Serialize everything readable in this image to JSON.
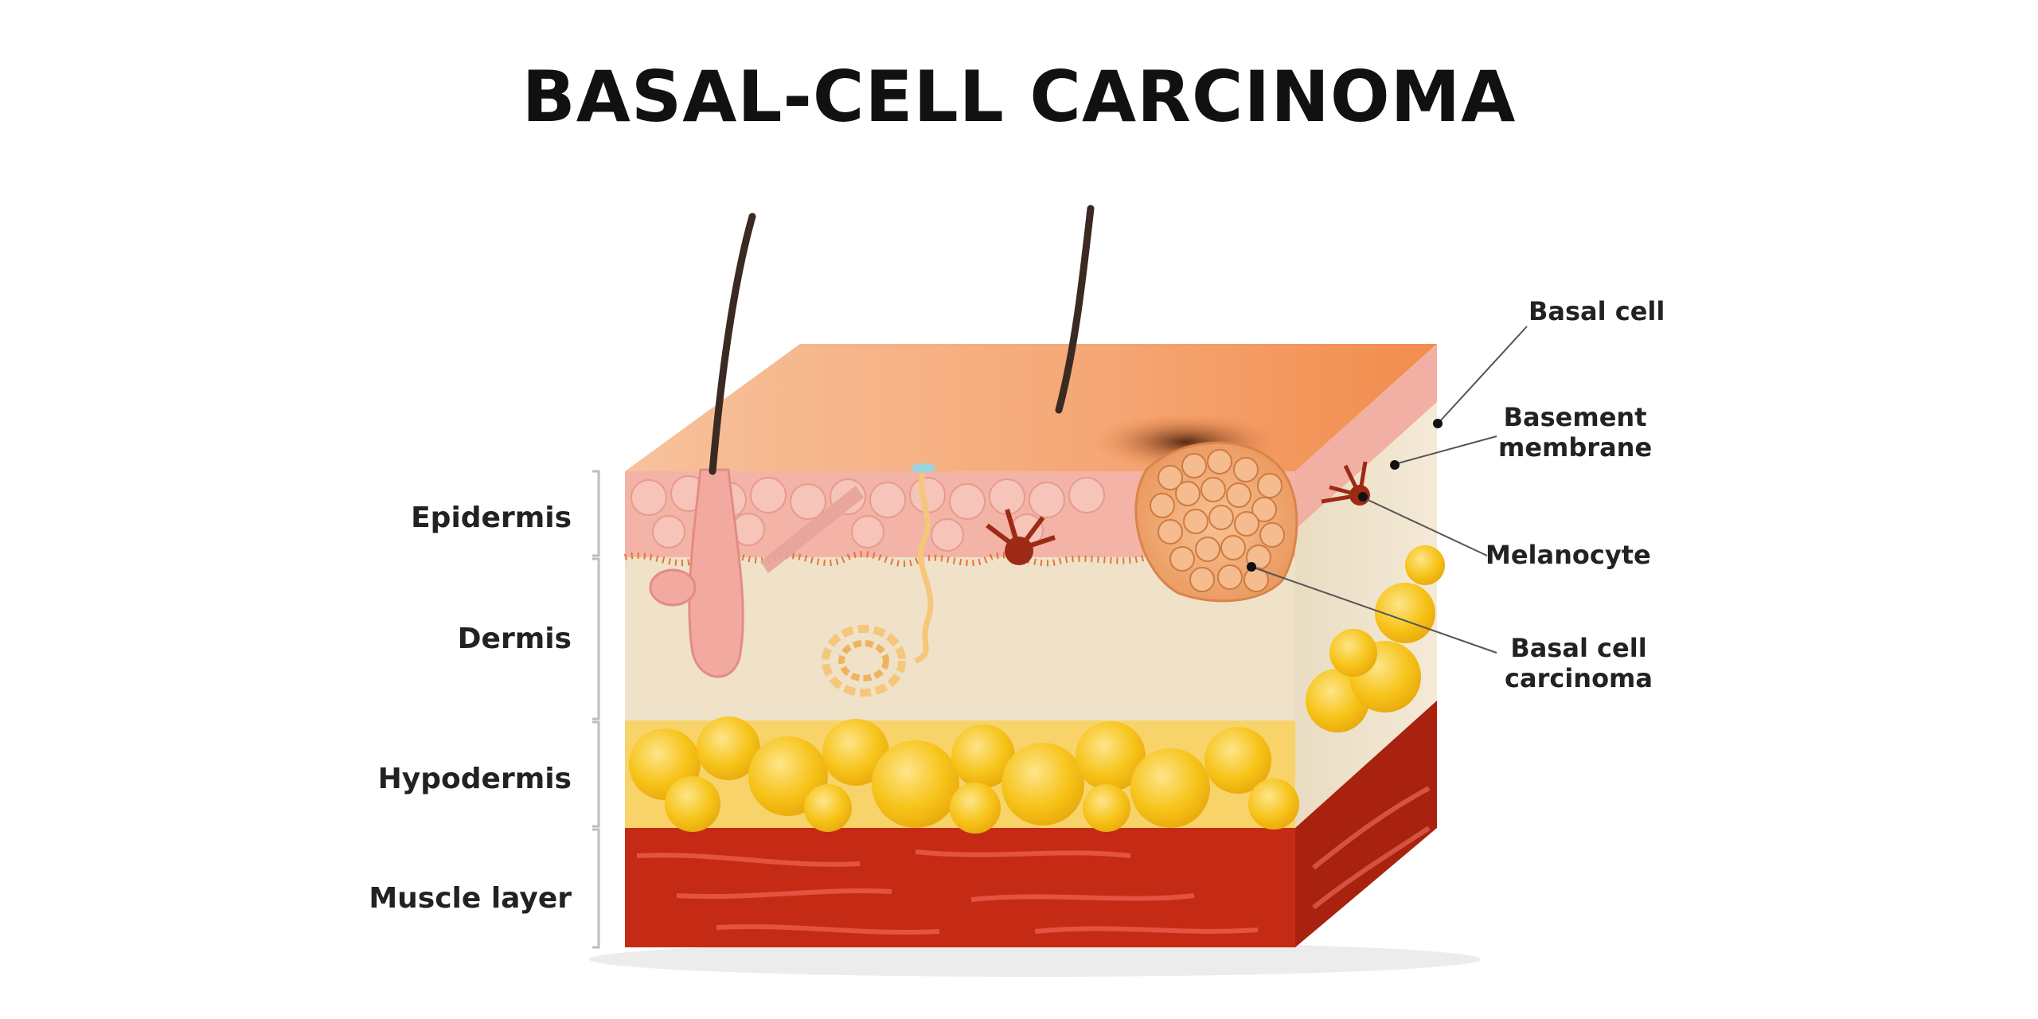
{
  "title": "BASAL-CELL CARCINOMA",
  "layers": {
    "epidermis": "Epidermis",
    "dermis": "Dermis",
    "hypodermis": "Hypodermis",
    "muscle": "Muscle layer"
  },
  "callouts": {
    "basal_cell": "Basal cell",
    "basement_membrane_line1": "Basement",
    "basement_membrane_line2": "membrane",
    "melanocyte": "Melanocyte",
    "carcinoma_line1": "Basal cell",
    "carcinoma_line2": "carcinoma"
  },
  "colors": {
    "skin_surface": "#f6b483",
    "epidermis": "#f3b3a6",
    "dermis": "#efe2c8",
    "fat": "#f6c61c",
    "muscle": "#c52b14",
    "tumor": "#f2b27e",
    "melanocyte": "#9c2a14"
  }
}
